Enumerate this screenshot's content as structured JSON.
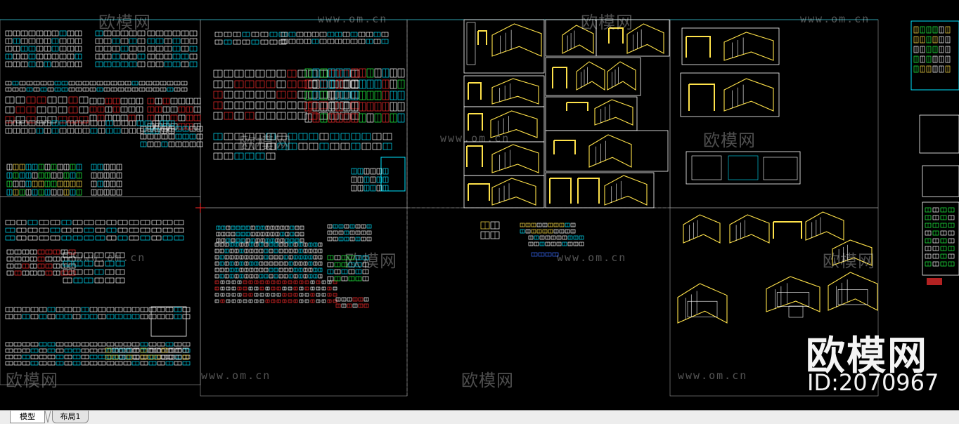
{
  "app": {
    "view": "CAD model space — kitchen cabinet drawing library"
  },
  "watermark": {
    "brand_text": "欧模网",
    "url_text": "www.om.cn",
    "id_text": "ID:2070967"
  },
  "layout_tabs": [
    {
      "label": "模型",
      "active": true
    },
    {
      "label": "布局1",
      "active": false
    }
  ],
  "colors": {
    "background": "#000000",
    "sheet_border": "#9a9a9a",
    "cabinet_yellow": "#ffe24a",
    "line_white": "#ffffff",
    "line_cyan": "#00e5ff",
    "line_red": "#ff3030",
    "line_green": "#22ff44",
    "line_blue": "#3a6bff",
    "ucs_red": "#ff2a2a"
  }
}
